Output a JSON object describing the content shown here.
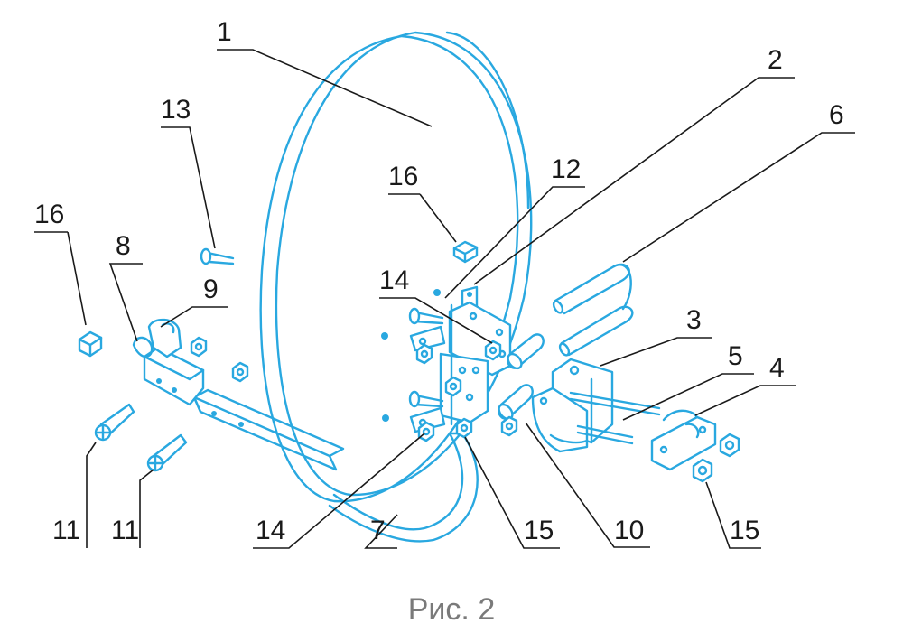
{
  "figure": {
    "caption": "Рис. 2",
    "callouts": [
      "1",
      "2",
      "3",
      "4",
      "5",
      "6",
      "7",
      "8",
      "9",
      "10",
      "11",
      "11",
      "12",
      "13",
      "14",
      "14",
      "15",
      "15",
      "16",
      "16"
    ]
  },
  "colors": {
    "line": "#29a8e0",
    "leader": "#1a1a1a",
    "caption": "#7a7a7a"
  }
}
